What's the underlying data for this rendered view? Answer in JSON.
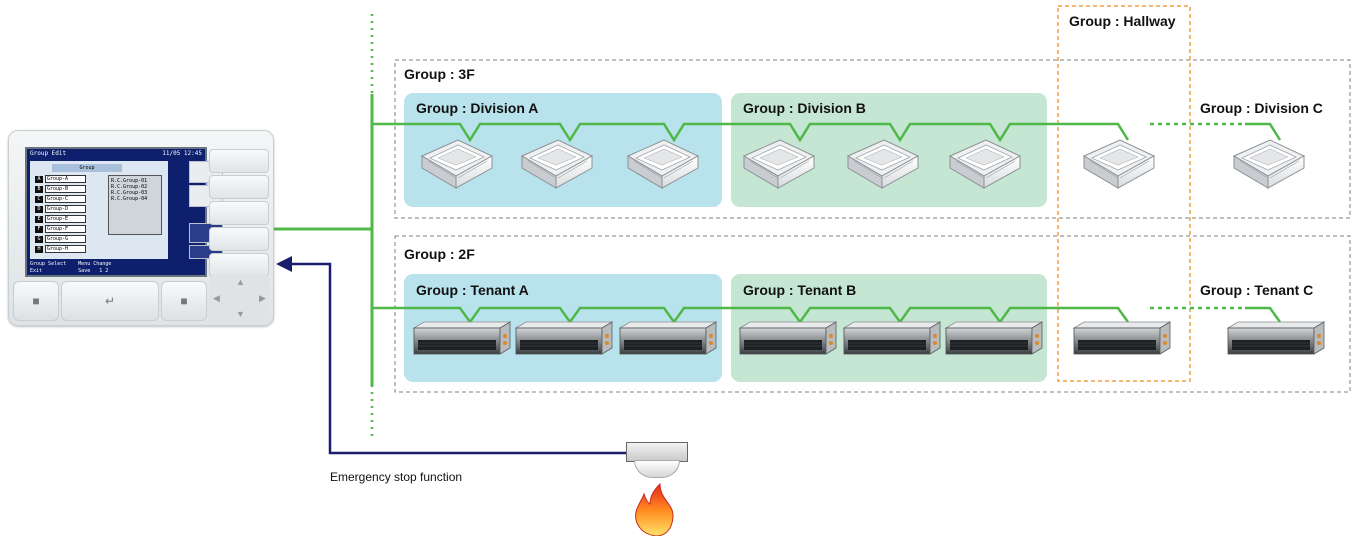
{
  "controller": {
    "title": "Group Edit",
    "datetime": "11/05 12:45",
    "panel_header": "Group",
    "rows": [
      {
        "key": "A",
        "value": "Group-A"
      },
      {
        "key": "B",
        "value": "Group-B"
      },
      {
        "key": "C",
        "value": "Group-C"
      },
      {
        "key": "D",
        "value": "Group-D"
      },
      {
        "key": "E",
        "value": "Group-E"
      },
      {
        "key": "F",
        "value": "Group-F"
      },
      {
        "key": "G",
        "value": "Group-G"
      },
      {
        "key": "H",
        "value": "Group-H"
      }
    ],
    "list": [
      "R.C.Group-01",
      "R.C.Group-02",
      "R.C.Group-03",
      "R.C.Group-04"
    ],
    "footer": {
      "left1": "Group Select",
      "left2": "Exit",
      "right1": "Menu Change",
      "right2": "Save",
      "pages": "1  2"
    }
  },
  "groups": {
    "hallway": "Group : Hallway",
    "floor_3f": "Group : 3F",
    "floor_2f": "Group : 2F",
    "division_a": "Group : Division A",
    "division_b": "Group : Division B",
    "division_c": "Group : Division C",
    "tenant_a": "Group : Tenant A",
    "tenant_b": "Group : Tenant B",
    "tenant_c": "Group : Tenant C"
  },
  "emergency_label": "Emergency stop function",
  "colors": {
    "bus_line": "#4fb848",
    "signal_arrow": "#1b1f6b",
    "hallway_box": "#f0a040",
    "floor_box": "#808080",
    "zone_blue": "#b9e3ec",
    "zone_green": "#c4e6d3"
  },
  "icons": {
    "cassette_unit": "ceiling-cassette-icon",
    "duct_unit": "duct-unit-icon",
    "detector": "smoke-detector-icon",
    "flame": "flame-icon"
  }
}
